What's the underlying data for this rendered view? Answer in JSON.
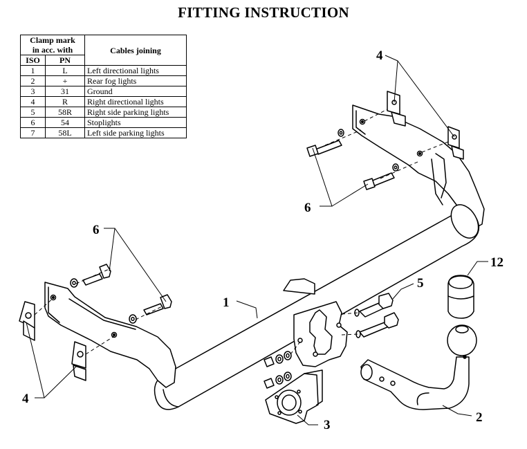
{
  "title": "FITTING INSTRUCTION",
  "table": {
    "header_clamp": "Clamp mark\nin acc. with",
    "header_clamp_line1": "Clamp mark",
    "header_clamp_line2": "in acc. with",
    "header_cables": "Cables joining",
    "header_iso": "ISO",
    "header_pn": "PN",
    "rows": [
      {
        "iso": "1",
        "pn": "L",
        "desc": "Left directional lights"
      },
      {
        "iso": "2",
        "pn": "+",
        "desc": "Rear fog lights"
      },
      {
        "iso": "3",
        "pn": "31",
        "desc": "Ground"
      },
      {
        "iso": "4",
        "pn": "R",
        "desc": "Right directional lights"
      },
      {
        "iso": "5",
        "pn": "58R",
        "desc": "Right side parking lights"
      },
      {
        "iso": "6",
        "pn": "54",
        "desc": "Stoplights"
      },
      {
        "iso": "7",
        "pn": "58L",
        "desc": "Left side parking lights"
      }
    ]
  },
  "callouts": {
    "tr_4": "4",
    "tr_6": "6",
    "l_6": "6",
    "l_4": "4",
    "bar_1": "1",
    "bolts_5": "5",
    "ball_12": "12",
    "plate_3": "3",
    "neck_2": "2"
  }
}
